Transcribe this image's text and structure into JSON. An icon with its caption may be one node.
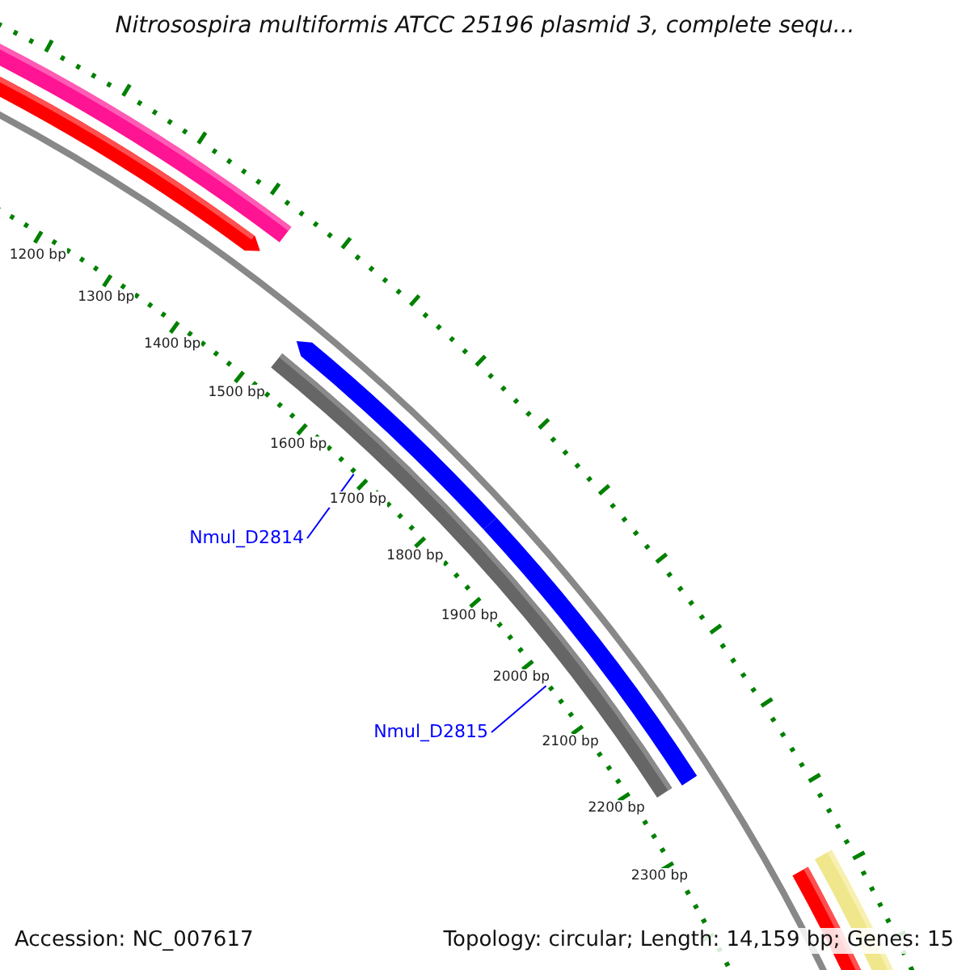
{
  "diagram": {
    "title": "Nitrosospira multiformis ATCC 25196 plasmid 3, complete sequ...",
    "nodes": [
      {
        "text": [
          "Nmul_D2814"
        ]
      },
      {
        "text": [
          "Nmul_D2815"
        ]
      },
      {
        "text": [],
        "shape": "bar"
      },
      {
        "text": [],
        "shape": "bar"
      }
    ],
    "edges": [
      {
        "from": 0,
        "to": 2,
        "arrow": "none"
      },
      {
        "from": 1,
        "to": 3,
        "arrow": "none"
      }
    ],
    "labels": [
      "1200 bp",
      "1300 bp",
      "1400 bp",
      "1500 bp",
      "1600 bp",
      "1700 bp",
      "1800 bp",
      "1900 bp",
      "2000 bp",
      "2100 bp",
      "2200 bp",
      "2300 bp",
      "Accession: NC_007617",
      "Topology: circular; Length: 14,159 bp; Genes: 15"
    ]
  }
}
